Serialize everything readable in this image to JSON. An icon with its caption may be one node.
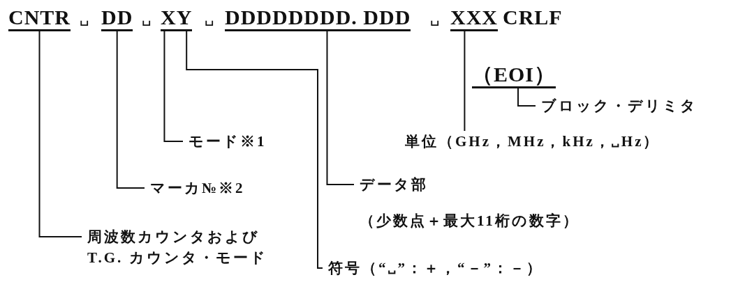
{
  "diagram": {
    "nodes": [
      {
        "text": [
          "CNTR"
        ]
      },
      {
        "text": [
          "DD"
        ]
      },
      {
        "text": [
          "XY"
        ]
      },
      {
        "text": [
          "DDDDDDDD. DDD"
        ]
      },
      {
        "text": [
          "XXX"
        ]
      },
      {
        "text": [
          "（EOI）"
        ]
      },
      {
        "text": [
          "モード※1"
        ]
      },
      {
        "text": [
          "マーカ№※2"
        ]
      },
      {
        "text": [
          "周波数カウンタおよび T.G. カウンタ・モード"
        ]
      },
      {
        "text": [
          "符号（“␣”：＋，“－”：－）"
        ]
      },
      {
        "text": [
          "データ部",
          "（少数点＋最大11桁の数字）"
        ]
      },
      {
        "text": [
          "単位（GHz，MHz，kHz，␣Hz）"
        ]
      },
      {
        "text": [
          "ブロック・デリミタ"
        ]
      }
    ],
    "edges": [
      {
        "from": 0,
        "to": 8,
        "arrow": "none"
      },
      {
        "from": 1,
        "to": 7,
        "arrow": "none"
      },
      {
        "from": 2,
        "to": 6,
        "arrow": "none"
      },
      {
        "from": 2,
        "to": 9,
        "arrow": "none"
      },
      {
        "from": 3,
        "to": 10,
        "arrow": "none"
      },
      {
        "from": 4,
        "to": 11,
        "arrow": "none"
      },
      {
        "from": 5,
        "to": 12,
        "arrow": "none"
      }
    ],
    "labels": [
      "␣",
      "␣",
      "␣",
      "␣",
      "CRLF"
    ]
  }
}
